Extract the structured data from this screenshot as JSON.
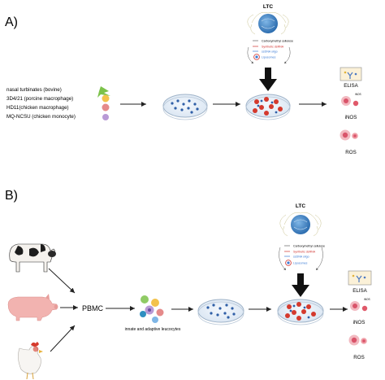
{
  "panel_a": {
    "label": "A)",
    "cells": [
      {
        "name": "nasal turbinates (bovine)",
        "color": "#7cc24a"
      },
      {
        "name": "3D4/21 (porcine macrophage)",
        "color": "#f3c24b"
      },
      {
        "name": "HD11(chicken macrophage)",
        "color": "#e58a8a"
      },
      {
        "name": "MQ-NCSU (chicken monocyte)",
        "color": "#b99ad6"
      }
    ],
    "ltc": {
      "title": "LTC",
      "legend": [
        {
          "text": "Carboxymethyl cellulose",
          "color": "#222222"
        },
        {
          "text": "Synthetic dsRNA",
          "color": "#d0312d"
        },
        {
          "text": "ssDNA oligo",
          "color": "#3a7bd5"
        },
        {
          "text": "Liposomes",
          "color": "#3a7bd5"
        }
      ]
    },
    "readouts": {
      "elisa": "ELISA",
      "inos": "iNOS",
      "ros": "ROS",
      "badge": "iNOS"
    }
  },
  "panel_b": {
    "label": "B)",
    "pbmc": "PBMC",
    "leucocytes": "innate and adaptive leucocytes",
    "ltc": {
      "title": "LTC",
      "legend": [
        {
          "text": "Carboxymethyl cellulose",
          "color": "#222222"
        },
        {
          "text": "Synthetic dsRNA",
          "color": "#d0312d"
        },
        {
          "text": "ssDNA oligo",
          "color": "#3a7bd5"
        },
        {
          "text": "Liposomes",
          "color": "#3a7bd5"
        }
      ]
    },
    "readouts": {
      "elisa": "ELISA",
      "inos": "iNOS",
      "ros": "ROS",
      "badge": "iNOS"
    },
    "animals": [
      "cow-icon",
      "pig-icon",
      "chicken-icon"
    ]
  },
  "colors": {
    "dish_blue": "#2f5fa7",
    "dish_red": "#d43a2e",
    "ltc_core": "#3b7fc4",
    "arrow": "#222222"
  }
}
